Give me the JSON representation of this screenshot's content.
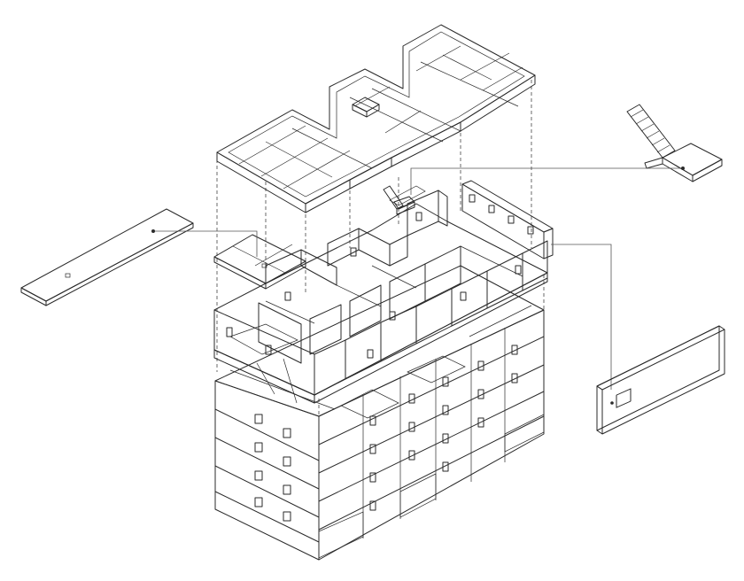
{
  "diagram": {
    "type": "exploded axonometric",
    "colors": {
      "timber": "#e3d1ac",
      "timber_side": "#cdb68a",
      "timber_dark": "#b99c6a",
      "line": "#2a2a2a",
      "white": "#ffffff",
      "shade": "#f0f0f0"
    },
    "components": [
      "roof-slab",
      "stair-module",
      "floor-slab-panel",
      "timber-floor-module",
      "facade-wall-panel",
      "building-stack",
      "window-opening-icon"
    ]
  }
}
